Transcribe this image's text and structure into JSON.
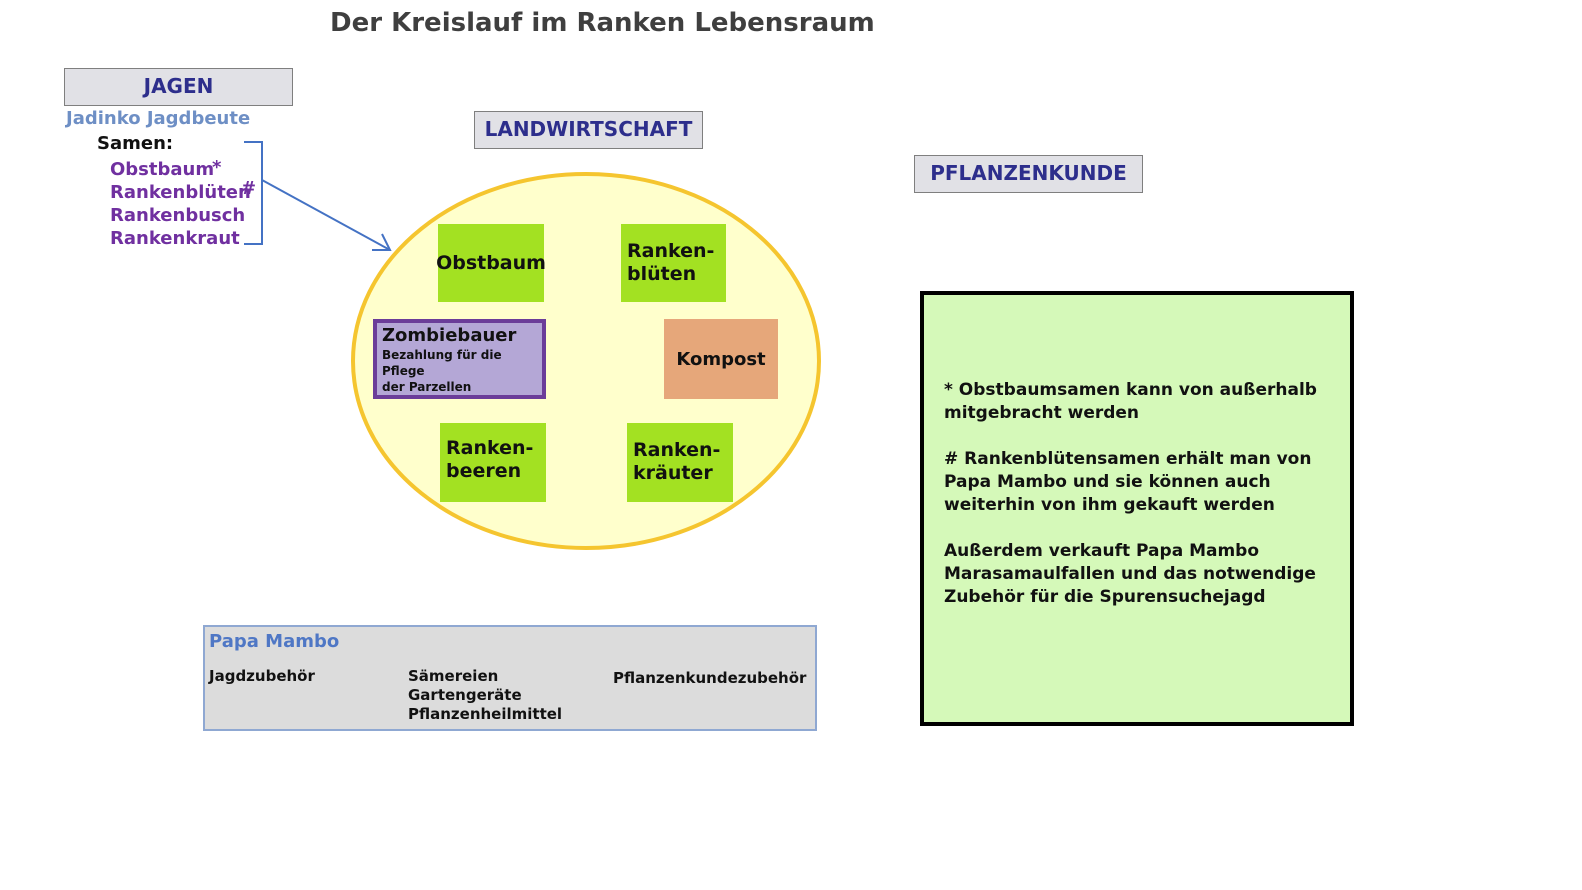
{
  "title": "Der Kreislauf im Ranken Lebensraum",
  "sections": {
    "jagen": "JAGEN",
    "landwirtschaft": "LANDWIRTSCHAFT",
    "pflanzenkunde": "PFLANZENKUNDE"
  },
  "jagen": {
    "subtitle": "Jadinko Jagdbeute",
    "seeds_label": "Samen:",
    "seeds": [
      "Obstbaum",
      "Rankenblüten",
      "Rankenbusch",
      "Rankenkraut"
    ],
    "marks": {
      "obstbaum": "*",
      "rankenblueten": "#"
    }
  },
  "farm": {
    "obstbaum": "Obstbaum",
    "rankenblueten": [
      "Ranken-",
      "blüten"
    ],
    "zombiebauer": {
      "title": "Zombiebauer",
      "subtitle": [
        "Bezahlung für die Pflege",
        "der Parzellen"
      ]
    },
    "kompost": "Kompost",
    "rankenbeeren": [
      "Ranken-",
      "beeren"
    ],
    "rankenkraeuter": [
      "Ranken-",
      "kräuter"
    ]
  },
  "papa_mambo": {
    "title": "Papa Mambo",
    "col1": [
      "Jagdzubehör"
    ],
    "col2": [
      "Sämereien",
      "Gartengeräte",
      "Pflanzenheilmittel"
    ],
    "col3": [
      "Pflanzenkundezubehör"
    ]
  },
  "notes": [
    [
      "* Obstbaumsamen kann von außerhalb",
      "mitgebracht werden"
    ],
    [
      "# Rankenblütensamen erhält man von",
      "Papa Mambo und sie können auch",
      "weiterhin von ihm gekauft werden"
    ],
    [
      "Außerdem verkauft Papa Mambo",
      "Marasamaulfallen und das notwendige",
      "Zubehör für die Spurensuchejagd"
    ]
  ],
  "colors": {
    "header_text": "#2d2e8c",
    "ellipse_fill": "#ffffcc",
    "ellipse_stroke": "#f5c52f",
    "farm_green": "#a3e122",
    "seed_purple": "#7030a0",
    "note_bg": "#d5f9b9",
    "arrow": "#4472c4"
  }
}
